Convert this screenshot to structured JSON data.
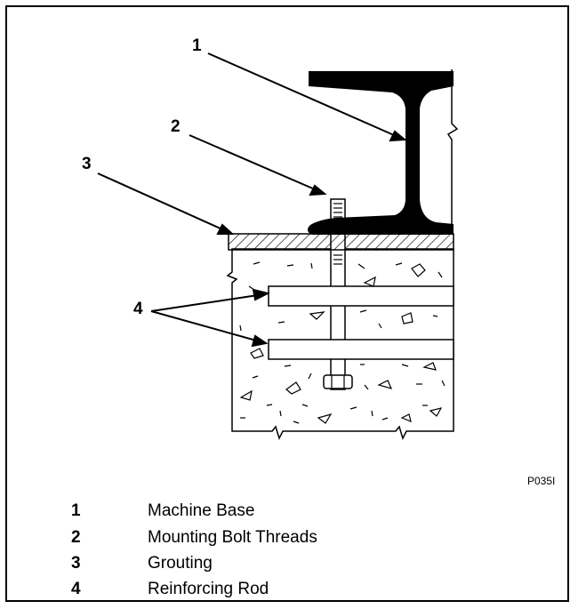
{
  "callouts": [
    "1",
    "2",
    "3",
    "4"
  ],
  "figure_code": "P035I",
  "legend": [
    {
      "num": "1",
      "text": "Machine Base"
    },
    {
      "num": "2",
      "text": "Mounting Bolt Threads"
    },
    {
      "num": "3",
      "text": "Grouting"
    },
    {
      "num": "4",
      "text": "Reinforcing Rod"
    }
  ],
  "colors": {
    "ink": "#000000",
    "paper": "#ffffff",
    "frame": "#000000"
  }
}
